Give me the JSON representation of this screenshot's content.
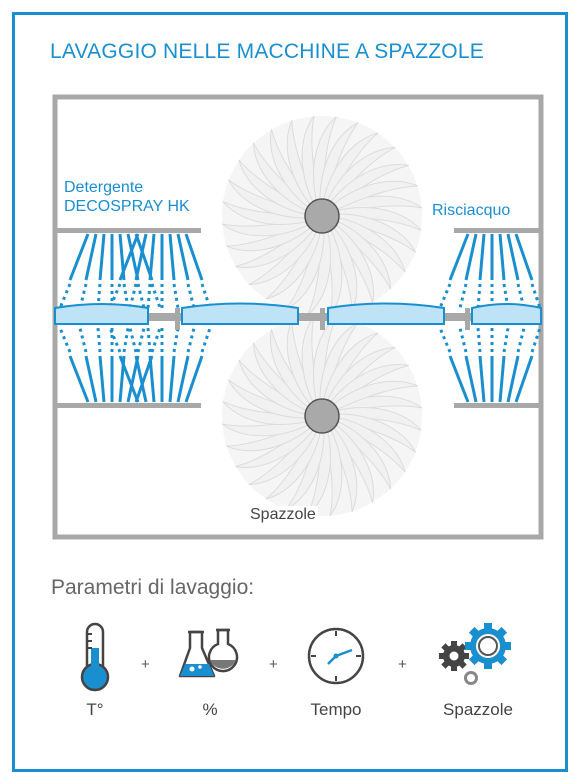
{
  "title": "LAVAGGIO NELLE MACCHINE A SPAZZOLE",
  "diagram": {
    "detergent_line1": "Detergente",
    "detergent_line2": "DECOSPRAY HK",
    "rinse_label": "Risciacquo",
    "brushes_label": "Spazzole"
  },
  "parameters": {
    "heading": "Parametri di lavaggio:",
    "plus": "+",
    "items": [
      {
        "label": "T°",
        "icon": "thermometer-icon"
      },
      {
        "label": "%",
        "icon": "lab-flasks-icon"
      },
      {
        "label": "Tempo",
        "icon": "clock-icon"
      },
      {
        "label": "Spazzole",
        "icon": "gears-icon"
      }
    ]
  },
  "colors": {
    "accent": "#1a8fd0",
    "frame_gray": "#a8a8a8",
    "glass": "#bfe3f6",
    "brush": "#e7e7e7"
  }
}
